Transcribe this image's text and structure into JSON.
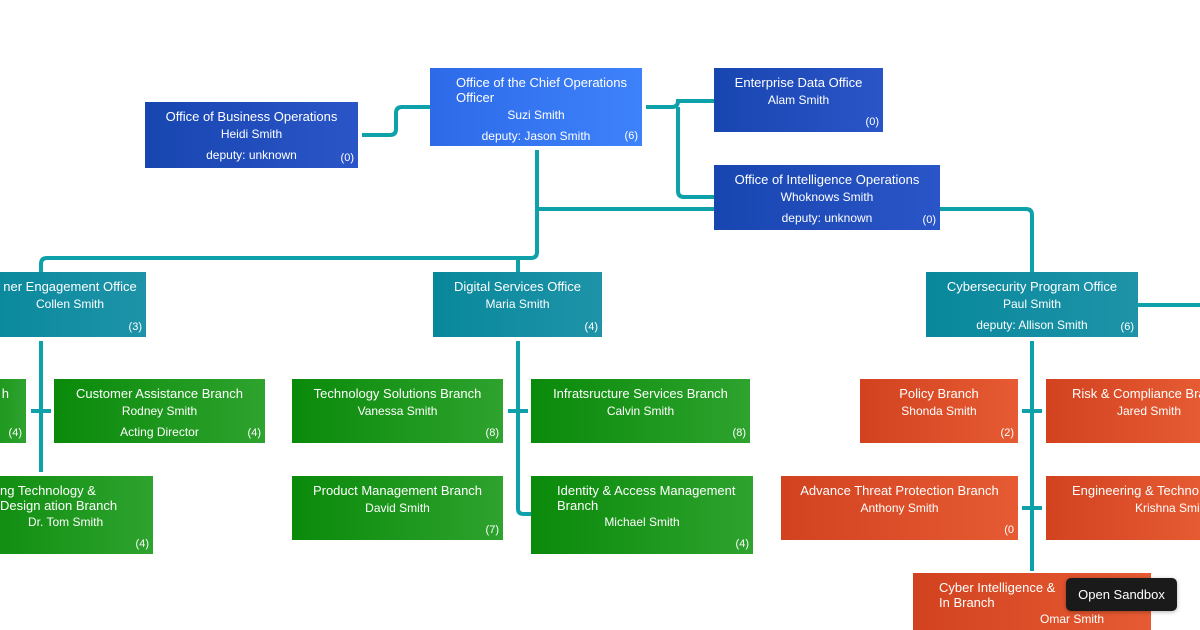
{
  "colors": {
    "connector": "#0fa1a9",
    "dark_blue": "#1e4fc0",
    "light_blue": "#3478f6",
    "teal": "#0f8ea3",
    "green": "#129612",
    "red": "#df5028"
  },
  "nodes": {
    "chief": {
      "title": "Office of the Chief Operations Officer",
      "head": "Suzi Smith",
      "deputy": "deputy: Jason Smith",
      "count": "(6)"
    },
    "business": {
      "title": "Office of Business Operations",
      "head": "Heidi Smith",
      "deputy": "deputy: unknown",
      "count": "(0)"
    },
    "enterprise": {
      "title": "Enterprise Data Office",
      "head": "Alam Smith",
      "count": "(0)"
    },
    "intel_ops": {
      "title": "Office of Intelligence Operations",
      "head": "Whoknows Smith",
      "deputy": "deputy: unknown",
      "count": "(0)"
    },
    "customer_eng": {
      "title": "ner Engagement Office",
      "head": "Collen Smith",
      "count": "(3)"
    },
    "digital": {
      "title": "Digital Services Office",
      "head": "Maria Smith",
      "count": "(4)"
    },
    "cyber": {
      "title": "Cybersecurity Program Office",
      "head": "Paul Smith",
      "deputy": "deputy: Allison Smith",
      "count": "(6)"
    },
    "left_partial": {
      "title": "h",
      "count": "(4)"
    },
    "customer_assist": {
      "title": "Customer Assistance Branch",
      "head": "Rodney Smith",
      "deputy": "Acting Director",
      "count": "(4)"
    },
    "emerging": {
      "title": "ng Technology & Design ation Branch",
      "head": "Dr. Tom Smith",
      "count": "(4)"
    },
    "tech_solutions": {
      "title": "Technology Solutions Branch",
      "head": "Vanessa Smith",
      "count": "(8)"
    },
    "infra": {
      "title": "Infratsructure Services Branch",
      "head": "Calvin Smith",
      "count": "(8)"
    },
    "product": {
      "title": "Product Management Branch",
      "head": "David Smith",
      "count": "(7)"
    },
    "identity": {
      "title": "Identity & Access Management Branch",
      "head": "Michael Smith",
      "count": "(4)"
    },
    "policy": {
      "title": "Policy Branch",
      "head": "Shonda Smith",
      "count": "(2)"
    },
    "risk": {
      "title": "Risk & Compliance Bra",
      "head": "Jared Smith"
    },
    "advance": {
      "title": "Advance Threat Protection Branch",
      "head": "Anthony Smith",
      "count": "(0"
    },
    "engineering": {
      "title": "Engineering & Techno",
      "head": "Krishna Smi"
    },
    "cyber_intel": {
      "title": "Cyber Intelligence & In Branch",
      "head": "Omar Smith"
    }
  },
  "sandbox": {
    "label": "Open Sandbox"
  }
}
